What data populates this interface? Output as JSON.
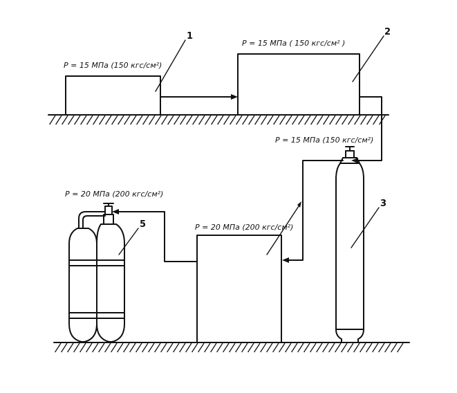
{
  "labels": {
    "box1_pressure": "P = 15 МПа (150 кгс/см²)",
    "box2_pressure": "P = 15 МПа ( 150 кгс/см² )",
    "line_pressure": "P = 15 МПа (150 кгс/см²)",
    "box4_pressure": "P = 20 МПа (200 кгс/см²)",
    "cylinders_pressure": "P = 20 МПа (200 кгс/см²)"
  },
  "numbers": {
    "n1": "1",
    "n2": "2",
    "n3": "3",
    "n5": "5"
  }
}
